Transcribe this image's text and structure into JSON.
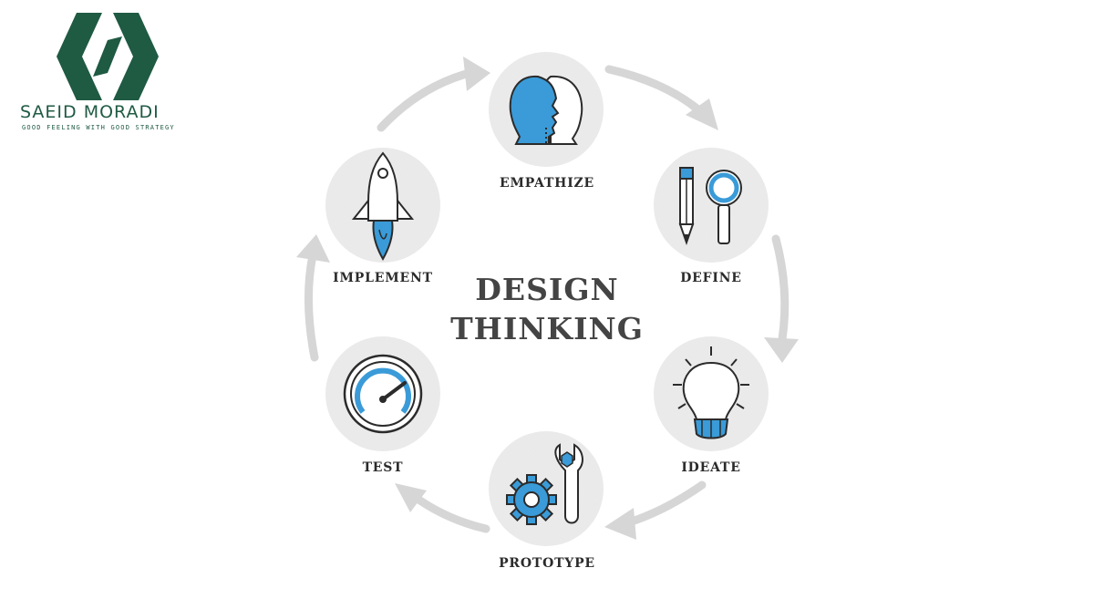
{
  "logo": {
    "name": "SAEID MORADI",
    "tagline": "GOOD FEELING WITH GOOD STRATEGY",
    "color": "#1f5a43"
  },
  "diagram": {
    "title_line1": "DESIGN",
    "title_line2": "THINKING",
    "accent_color": "#3a9bd8",
    "stages": [
      {
        "label": "EMPATHIZE",
        "icon": "two-heads-icon"
      },
      {
        "label": "DEFINE",
        "icon": "pencil-magnifier-icon"
      },
      {
        "label": "IDEATE",
        "icon": "lightbulb-icon"
      },
      {
        "label": "PROTOTYPE",
        "icon": "gear-wrench-icon"
      },
      {
        "label": "TEST",
        "icon": "gauge-icon"
      },
      {
        "label": "IMPLEMENT",
        "icon": "rocket-icon"
      }
    ]
  }
}
